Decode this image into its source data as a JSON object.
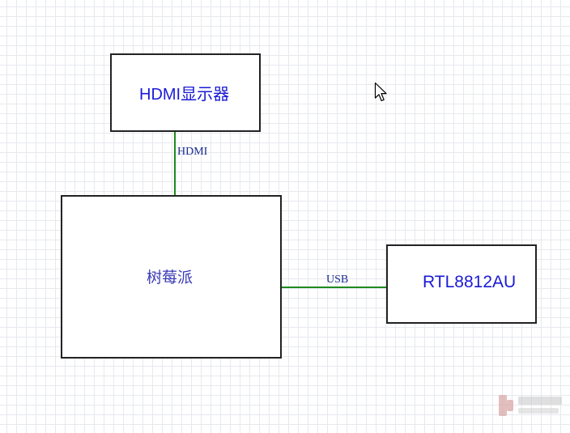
{
  "diagram": {
    "nodes": {
      "hdmi_display": {
        "label": "HDMI显示器"
      },
      "raspberry_pi": {
        "label": "树莓派"
      },
      "wifi_adapter": {
        "label": "RTL8812AU"
      }
    },
    "edges": {
      "hdmi_link": {
        "label": "HDMI",
        "from": "HDMI显示器",
        "to": "树莓派"
      },
      "usb_link": {
        "label": "USB",
        "from": "树莓派",
        "to": "RTL8812AU"
      }
    },
    "colors": {
      "node_border": "#222222",
      "node_label": "#1a1ad6",
      "edge_line": "#1f8a1f",
      "grid": "#e6e9ee"
    }
  },
  "watermark": {
    "icon": "logo-icon"
  }
}
